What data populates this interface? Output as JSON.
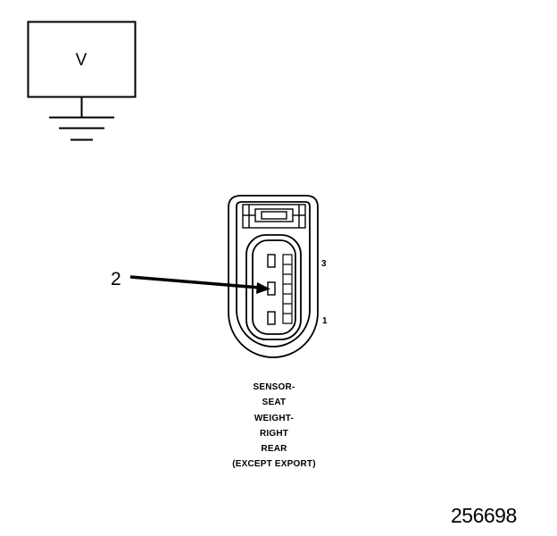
{
  "voltmeter": {
    "symbol": "V"
  },
  "connector": {
    "callout_number": "2",
    "pin_label_top": "3",
    "pin_label_bottom": "1",
    "caption_lines": [
      "SENSOR-",
      "SEAT",
      "WEIGHT-",
      "RIGHT",
      "REAR",
      "(EXCEPT EXPORT)"
    ]
  },
  "figure_id": "256698"
}
